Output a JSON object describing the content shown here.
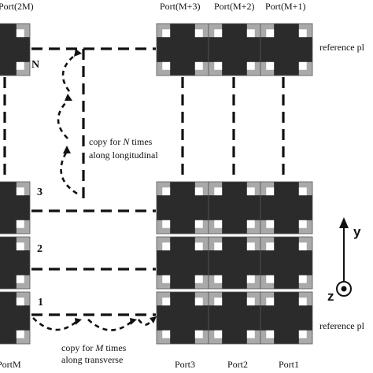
{
  "labels": {
    "top_left_port": "Port(2M)",
    "top_ports": [
      "Port(M+3)",
      "Port(M+2)",
      "Port(M+1)"
    ],
    "bottom_left_port": "PortM",
    "bottom_ports": [
      "Port3",
      "Port2",
      "Port1"
    ],
    "reference_plane_top": "reference pl",
    "reference_plane_bottom": "reference pl",
    "row_markers": [
      "N",
      "3",
      "2",
      "1"
    ],
    "copy_longitudinal_line1": "copy for ",
    "copy_longitudinal_var": "N",
    "copy_longitudinal_line1_end": " times",
    "copy_longitudinal_line2": "along longitudinal",
    "copy_transverse_line1": "copy for ",
    "copy_transverse_var": "M",
    "copy_transverse_line1_end": " times",
    "copy_transverse_line2": "along transverse",
    "axis_y": "y",
    "axis_z": "z"
  },
  "colors": {
    "cell_dark": "#2b2b2b",
    "cell_frame": "#a9a9a9",
    "hole": "#ffffff",
    "line": "#111111"
  }
}
